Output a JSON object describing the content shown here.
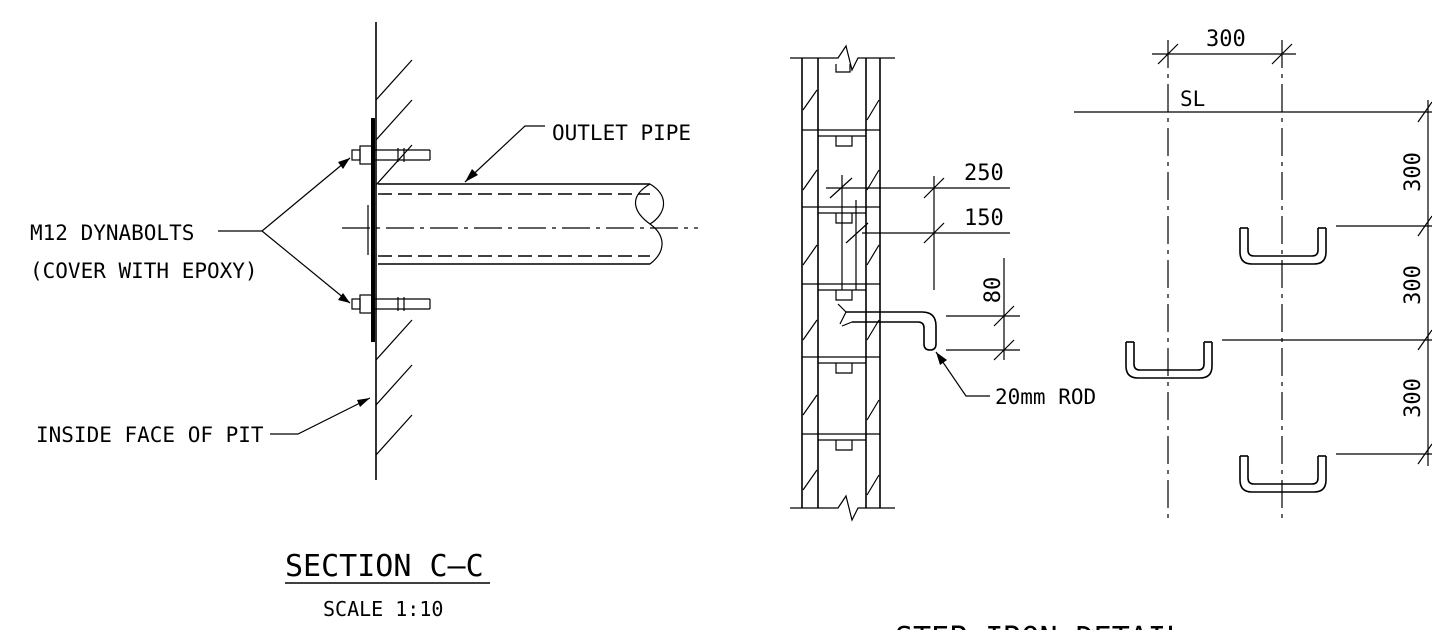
{
  "section_cc": {
    "label_outlet": "OUTLET PIPE",
    "label_bolts_1": "M12 DYNABOLTS",
    "label_bolts_2": "(COVER WITH EPOXY)",
    "label_pit": "INSIDE FACE OF PIT",
    "title": "SECTION C–C",
    "scale": "SCALE 1:10"
  },
  "step_iron": {
    "dim_250": "250",
    "dim_150": "150",
    "dim_80": "80",
    "label_rod": "20mm ROD",
    "title": "STEP IRON DETAIL"
  },
  "elevation": {
    "dim_300_top": "300",
    "label_sl": "SL",
    "dim_300_a": "300",
    "dim_300_b": "300",
    "dim_300_c": "300"
  }
}
